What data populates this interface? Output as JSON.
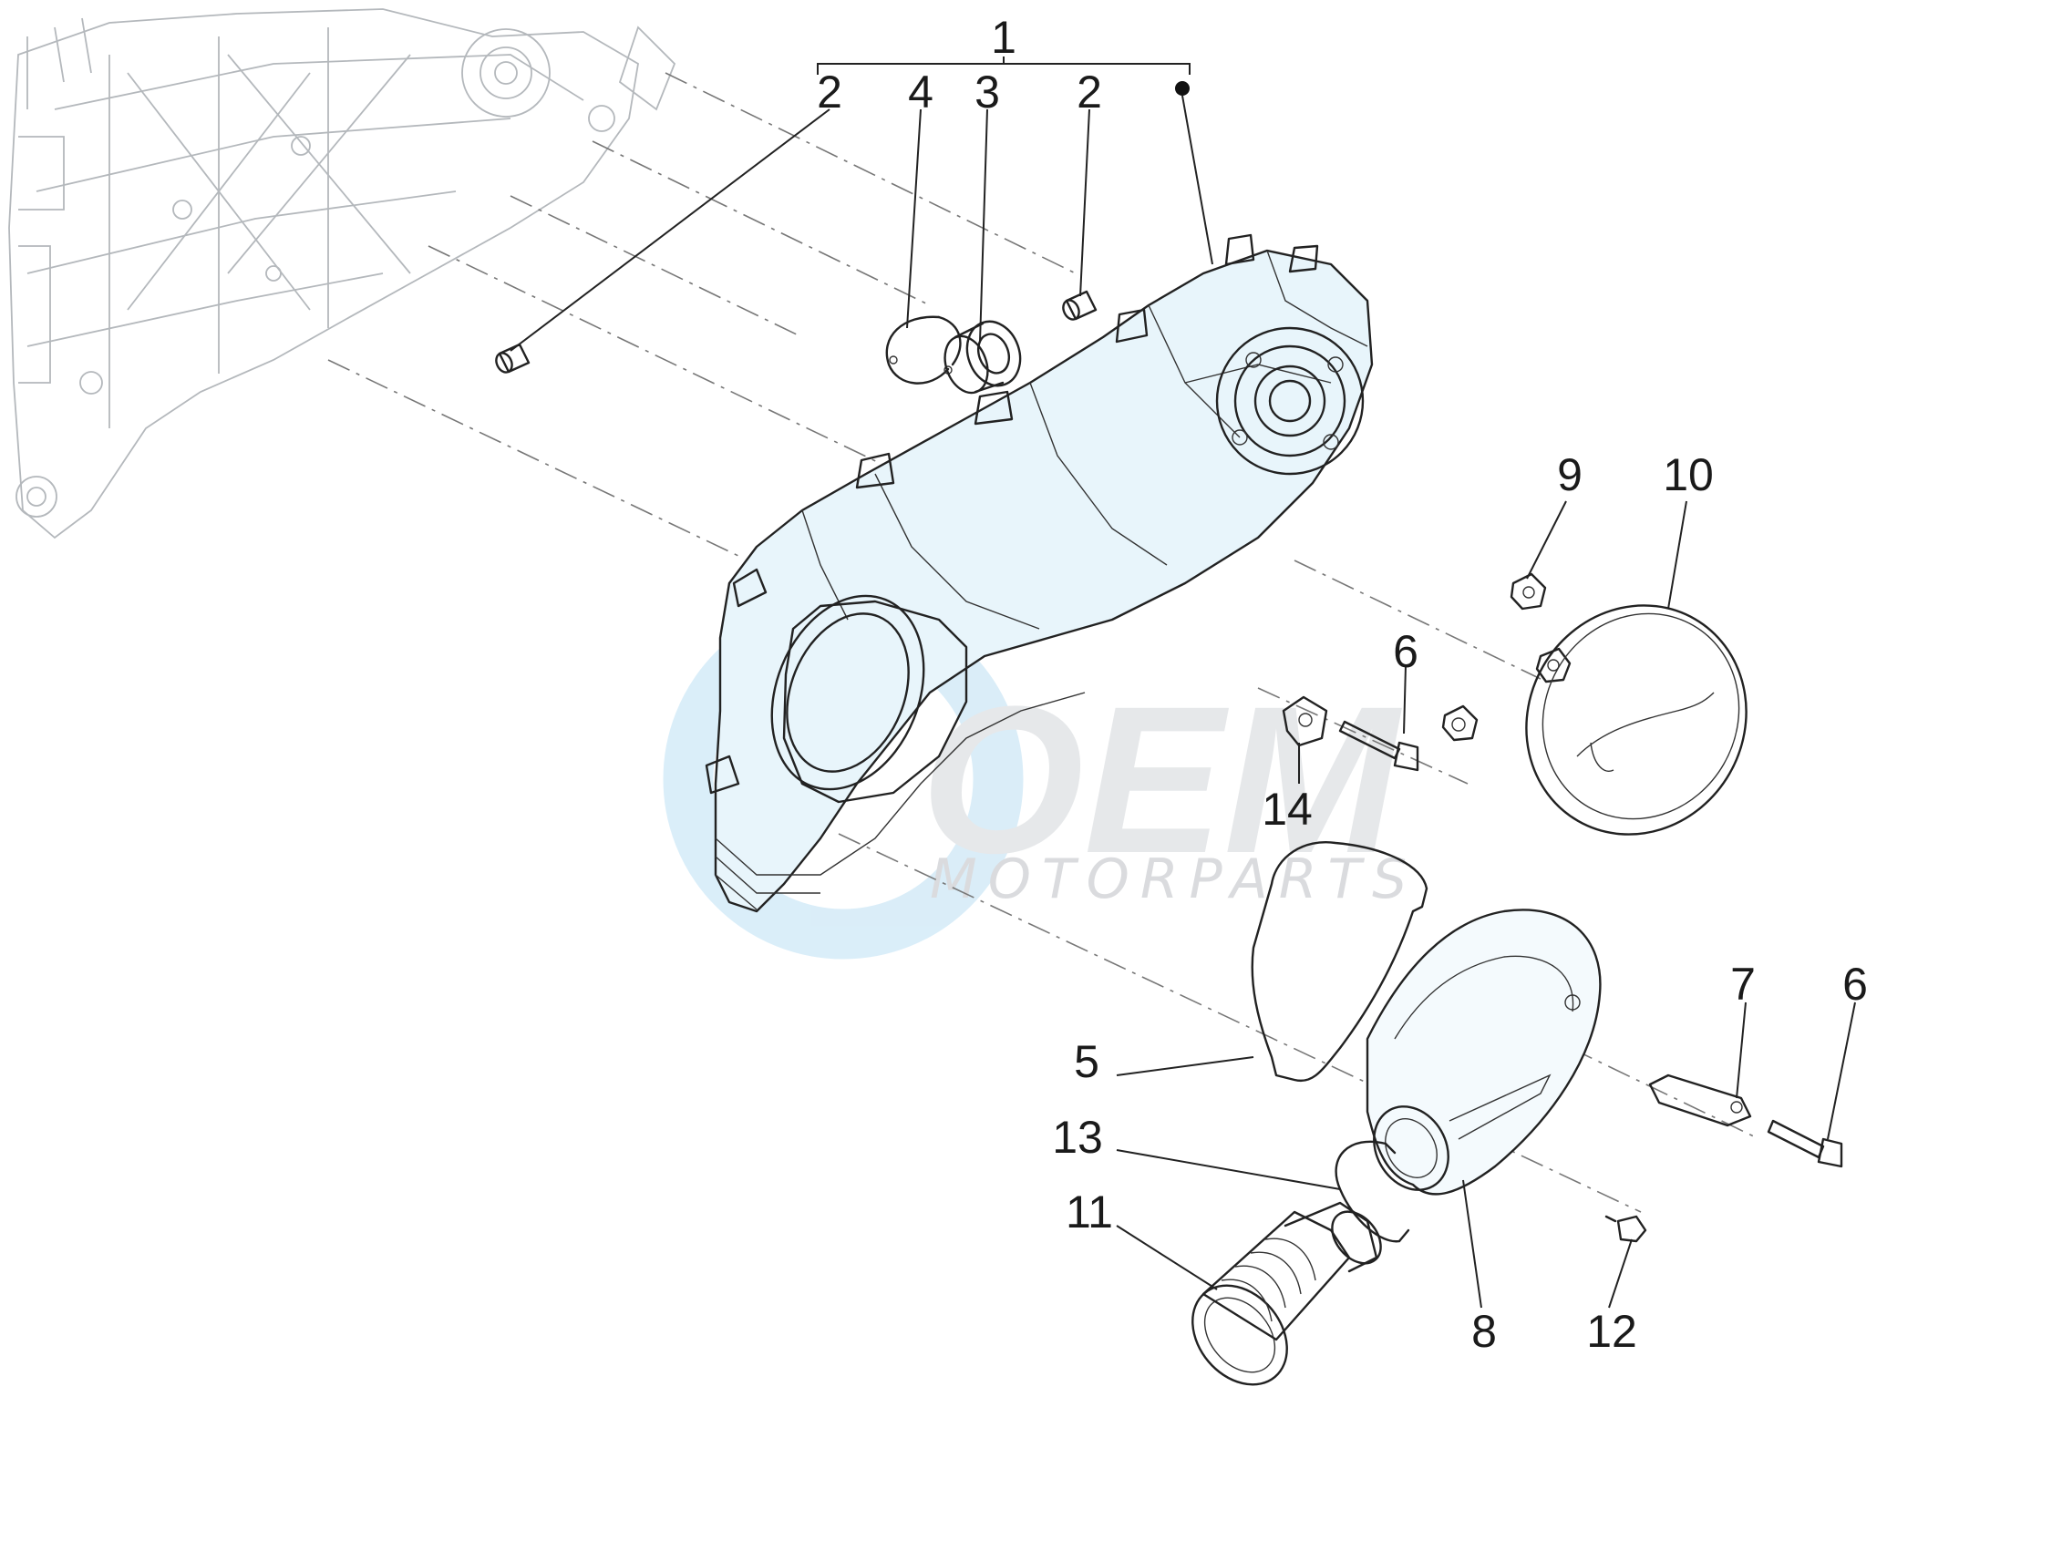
{
  "watermark": {
    "logo_text": "OEM",
    "subtext": "MOTORPARTS",
    "color": "#c8cbcf",
    "accent": "#d9ecf7"
  },
  "callouts": [
    "1",
    "2",
    "4",
    "3",
    "2",
    "9",
    "10",
    "6",
    "14",
    "7",
    "6",
    "5",
    "13",
    "11",
    "8",
    "12"
  ],
  "colors": {
    "line": "#222222",
    "ghost": "#b4b8bc",
    "cover_tint": "#d4ecf7"
  }
}
